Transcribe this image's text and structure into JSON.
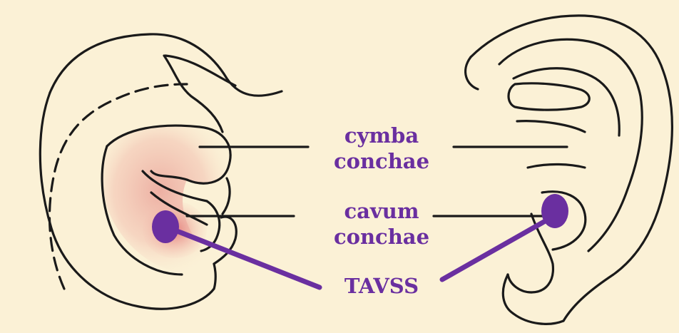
{
  "labels": {
    "cymba": {
      "line1": "cymba",
      "line2": "conchae"
    },
    "cavum": {
      "line1": "cavum",
      "line2": "conchae"
    },
    "tavss": "TAVSS"
  },
  "colors": {
    "background": "#fbf1d6",
    "ink": "#1a1a1a",
    "label": "#6a2fa0",
    "electrode": "#6a2fa0",
    "highlight": "#e8908c"
  },
  "icons": {
    "left_ear": "ear-lateral-view",
    "right_ear": "ear-lateral-view",
    "electrode": "stimulation-electrode"
  }
}
